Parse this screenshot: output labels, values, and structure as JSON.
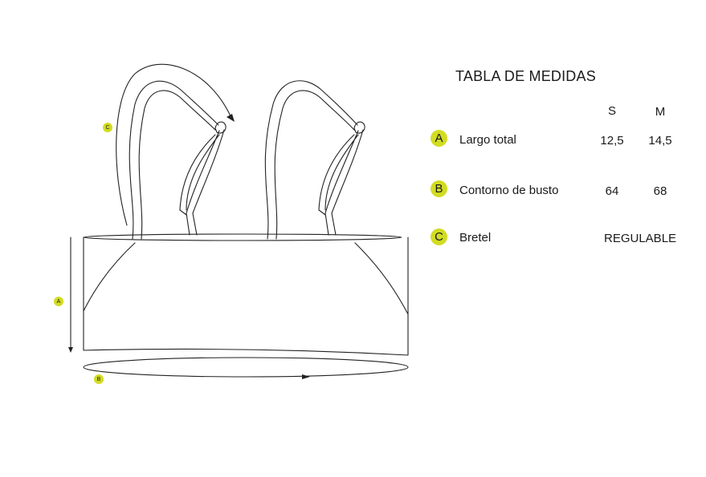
{
  "colors": {
    "badge": "#d2dc22",
    "line": "#222222",
    "text": "#1a1a1a"
  },
  "diagram": {
    "markers": {
      "a": "A",
      "b": "B",
      "c": "C"
    }
  },
  "table": {
    "title": "TABLA DE MEDIDAS",
    "columns": [
      "S",
      "M"
    ],
    "rows": [
      {
        "key": "A",
        "label": "Largo total",
        "s": "12,5",
        "m": "14,5"
      },
      {
        "key": "B",
        "label": "Contorno de busto",
        "s": "64",
        "m": "68"
      },
      {
        "key": "C",
        "label": "Bretel",
        "span": "REGULABLE"
      }
    ]
  }
}
